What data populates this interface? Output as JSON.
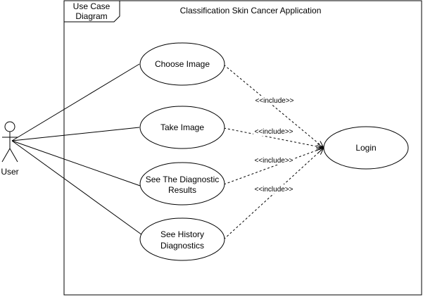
{
  "frame": {
    "tab_line1": "Use Case",
    "tab_line2": "Diagram",
    "system_name": "Classification Skin Cancer Application"
  },
  "actor": {
    "label": "User"
  },
  "use_cases": {
    "choose_image": "Choose Image",
    "take_image": "Take Image",
    "see_results_line1": "See The Diagnostic",
    "see_results_line2": "Results",
    "see_history_line1": "See History",
    "see_history_line2": "Diagnostics",
    "login": "Login"
  },
  "relations": {
    "include_1": "<<include>>",
    "include_2": "<<include>>",
    "include_3": "<<include>>",
    "include_4": "<<include>>"
  }
}
